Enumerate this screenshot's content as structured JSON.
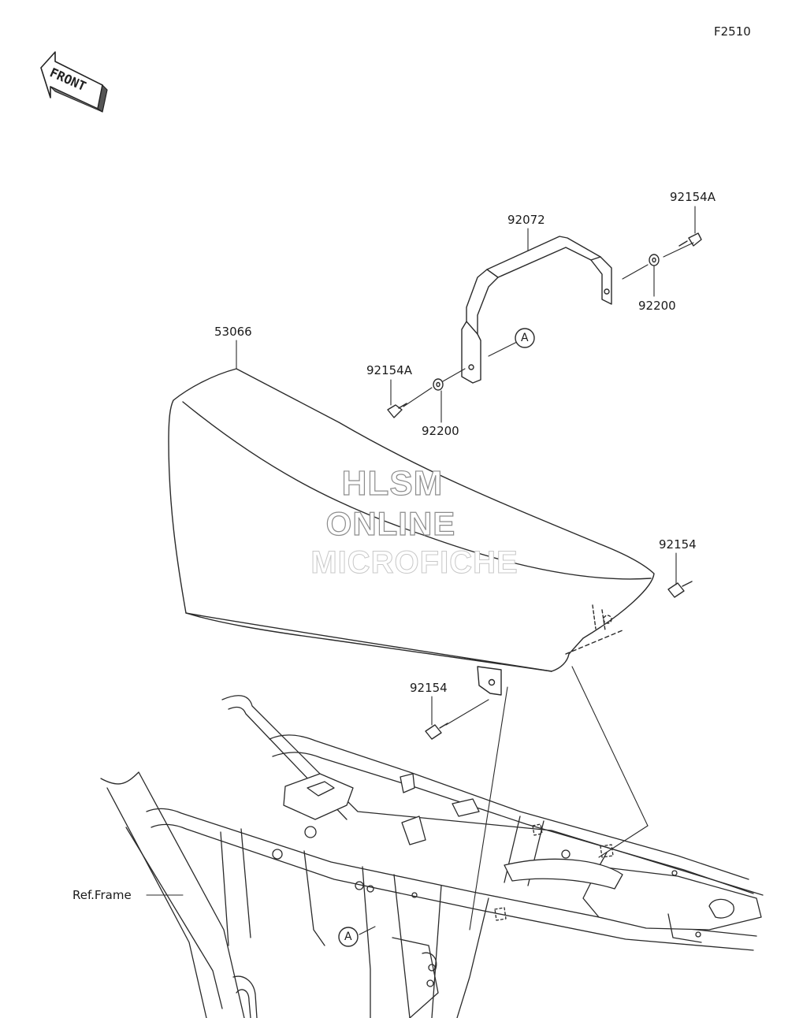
{
  "figure_code": "F2510",
  "direction_arrow": {
    "label": "FRONT"
  },
  "watermark": {
    "line1": "HLSM",
    "line2": "ONLINE",
    "line3": "MICROFICHE"
  },
  "parts": [
    {
      "id": "seat",
      "number": "53066"
    },
    {
      "id": "grab-bar",
      "number": "92072"
    },
    {
      "id": "bolt-upper-right",
      "number": "92154A"
    },
    {
      "id": "washer-upper-right",
      "number": "92200"
    },
    {
      "id": "bolt-left",
      "number": "92154A"
    },
    {
      "id": "washer-left",
      "number": "92200"
    },
    {
      "id": "bolt-seat-rear",
      "number": "92154"
    },
    {
      "id": "bolt-seat-lower",
      "number": "92154"
    }
  ],
  "reference_marks": {
    "top": "A",
    "bottom": "A"
  },
  "frame_ref": "Ref.Frame",
  "colors": {
    "line": "#2a2a2a",
    "background": "#ffffff",
    "watermark_outline": "#8c8c8c"
  }
}
